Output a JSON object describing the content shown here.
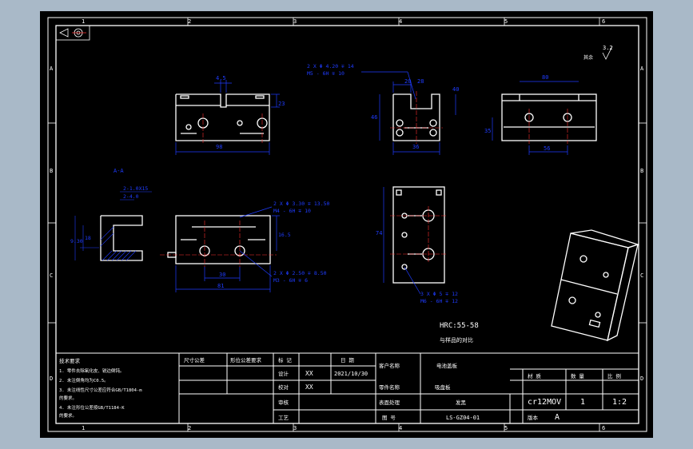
{
  "colors": {
    "background": "#a9b9c8",
    "paper": "#000000",
    "frame": "#ffffff",
    "dimension": "#1f3cff",
    "part_outline": "#ffffff",
    "center_line": "#ff3030",
    "hatch": "#1f3cff"
  },
  "zones": {
    "top": [
      "1",
      "2",
      "3",
      "4",
      "5",
      "6"
    ],
    "bottom": [
      "1",
      "2",
      "3",
      "4",
      "5",
      "6"
    ],
    "left": [
      "A",
      "B",
      "C",
      "D"
    ],
    "right": [
      "A",
      "B",
      "C",
      "D"
    ]
  },
  "drawing": {
    "section_label": "A-A",
    "hardness": "HRC:55-58",
    "surface_note": "与样品的对比",
    "roughness": "3.2",
    "roughness_label": "其余"
  },
  "dimensions": {
    "front_width": "98",
    "front_step": "4.5",
    "front_height": "23",
    "side_holes": "2 X Φ 4.20  ∓ 14",
    "side_thread": "M5 - 6H  ∓ 10",
    "side_d1": "20",
    "side_d2": "28",
    "side_d3": "40",
    "side_d4": "46",
    "side_d5": "36",
    "right_width": "80",
    "right_height": "35",
    "right_span": "56",
    "section_d1": "2-1.0X15",
    "section_d2": "2-4.0",
    "section_d3": "9.30",
    "section_d4": "18",
    "lower_holes1": "2 X Φ 3.30  ∓ 13.50",
    "lower_thread1": "M4 - 6H  ∓ 10",
    "lower_holes2": "2 X Φ 2.50  ∓ 8.50",
    "lower_thread2": "M3 - 6H  ∓ 6",
    "lower_width": "81",
    "lower_span": "30",
    "lower_height": "16.5",
    "bottom_holes": "3 X Φ 5  ∓ 12",
    "bottom_thread": "M6 - 6H  ∓ 12",
    "bottom_height": "74"
  },
  "notes": {
    "title": "技术要求",
    "lines": [
      "1. 零件去除氧化皮、锐边倒钝。",
      "2. 未注倒角均为C0.5。",
      "3. 未注线性尺寸公差应符合GB/T1804-m",
      "   的要求。",
      "4. 未注形位公差按GB/T1184-K",
      "   的要求。"
    ]
  },
  "title_block": {
    "c_dim": "尺寸公差",
    "c_geo": "形位公差要求",
    "c_mark": "标 记",
    "c_date": "日 期",
    "c_drawn": "设计",
    "c_check": "校对",
    "c_review": "审核",
    "c_process": "工艺",
    "drawn_by": "XX",
    "checked_by": "XX",
    "date": "2021/10/30",
    "c_client": "客户名称",
    "client": "电池盖板",
    "c_partname": "零件名称",
    "partname": "吸盘板",
    "c_heat": "表面处理",
    "heat": "发黑",
    "c_drawing_no": "图 号",
    "drawing_no": "LS-GZ04-01",
    "c_material": "材 质",
    "material": "cr12MOV",
    "c_qty": "数 量",
    "qty": "1",
    "c_scale": "比 例",
    "scale": "1:2",
    "c_version": "版本",
    "version": "A"
  }
}
